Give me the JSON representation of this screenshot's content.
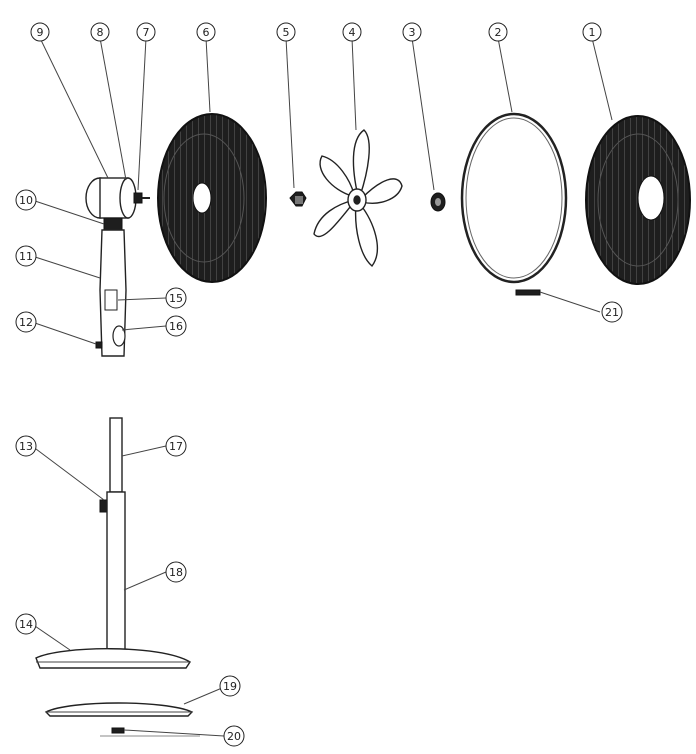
{
  "diagram": {
    "colors": {
      "ink": "#222222",
      "guard_fill": "#1e1e1e",
      "background": "#ffffff"
    },
    "callouts": {
      "c1": "1",
      "c2": "2",
      "c3": "3",
      "c4": "4",
      "c5": "5",
      "c6": "6",
      "c7": "7",
      "c8": "8",
      "c9": "9",
      "c10": "10",
      "c11": "11",
      "c12": "12",
      "c13": "13",
      "c14": "14",
      "c15": "15",
      "c16": "16",
      "c17": "17",
      "c18": "18",
      "c19": "19",
      "c20": "20",
      "c21": "21"
    }
  }
}
